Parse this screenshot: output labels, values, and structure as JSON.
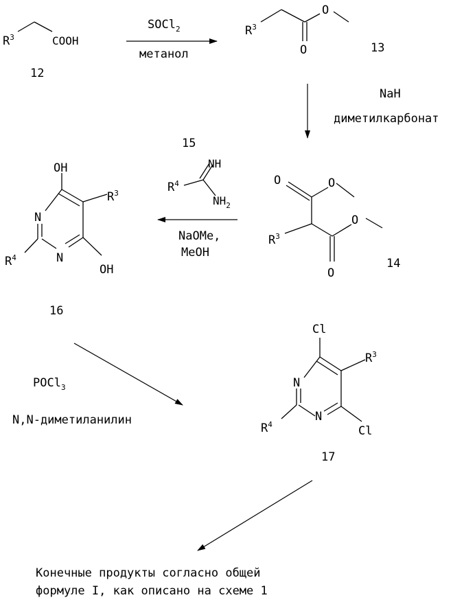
{
  "compounds": {
    "c12": {
      "number": "12",
      "r_group": "R",
      "r_sup": "3",
      "group": "COOH"
    },
    "c13": {
      "number": "13",
      "r_group": "R",
      "r_sup": "3",
      "oxygen": "O"
    },
    "c14": {
      "number": "14",
      "r_group": "R",
      "r_sup": "3",
      "oxygen": "O"
    },
    "c15": {
      "number": "15",
      "r_group": "R",
      "r_sup": "4",
      "imine": "NH",
      "amine": "NH",
      "amine_sub": "2"
    },
    "c16": {
      "number": "16",
      "oh": "OH",
      "n": "N",
      "r3": "R",
      "r3_sup": "3",
      "r4": "R",
      "r4_sup": "4"
    },
    "c17": {
      "number": "17",
      "cl": "Cl",
      "n": "N",
      "r3": "R",
      "r3_sup": "3",
      "r4": "R",
      "r4_sup": "4"
    }
  },
  "reagents": {
    "step1_above": "SOCl",
    "step1_above_sub": "2",
    "step1_below": "метанол",
    "step2_line1": "NaH",
    "step2_line2": "диметилкарбонат",
    "step3_line1": "NaOMe,",
    "step3_line2": "MeOH",
    "step4_line1": "POCl",
    "step4_line1_sub": "3",
    "step4_line2": "N,N-диметиланилин"
  },
  "final_products": {
    "line1": "Конечные продукты согласно общей",
    "line2": "формуле I, как описано на схеме 1"
  }
}
